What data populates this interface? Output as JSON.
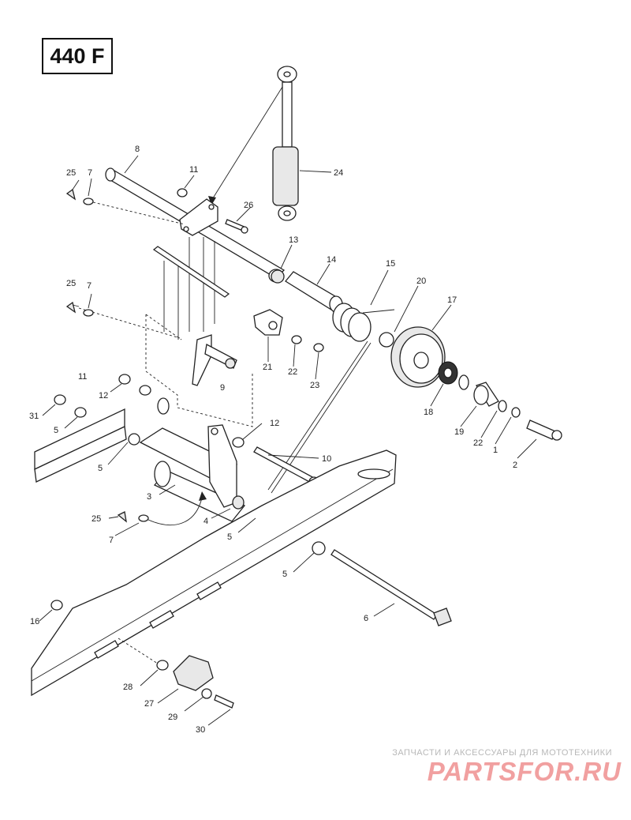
{
  "model_label": "440 F",
  "callouts": [
    "1",
    "2",
    "3",
    "4",
    "5",
    "6",
    "7",
    "8",
    "9",
    "10",
    "11",
    "12",
    "13",
    "14",
    "15",
    "16",
    "17",
    "18",
    "19",
    "20",
    "21",
    "22",
    "23",
    "24",
    "25",
    "26",
    "27",
    "28",
    "29",
    "30",
    "31"
  ],
  "watermark": {
    "line1": "ЗАПЧАСТИ И АКСЕССУАРЫ ДЛЯ МОТОТЕХНИКИ",
    "logo": "PARTSFOR.RU"
  }
}
